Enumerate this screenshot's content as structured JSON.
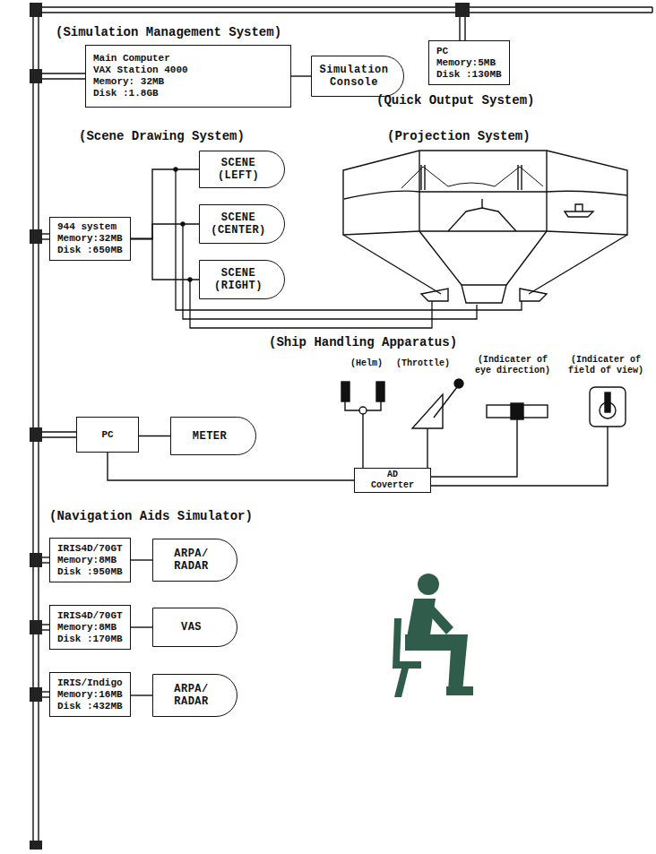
{
  "diagram": {
    "nodes": [
      {
        "text": [
          "Main Computer",
          "VAX Station 4000",
          "Memory: 32MB",
          "Disk :1.8GB"
        ]
      },
      {
        "text": [
          "Simulation Console"
        ]
      },
      {
        "text": [
          "PC",
          "Memory:5MB",
          "Disk :130MB"
        ]
      },
      {
        "text": [
          "944 system",
          "Memory:32MB",
          "Disk :650MB"
        ]
      },
      {
        "text": [
          "SCENE (LEFT)"
        ]
      },
      {
        "text": [
          "SCENE (CENTER)"
        ]
      },
      {
        "text": [
          "SCENE (RIGHT)"
        ]
      },
      {
        "text": [
          "PC"
        ]
      },
      {
        "text": [
          "METER"
        ]
      },
      {
        "text": [
          "AD Coverter"
        ]
      },
      {
        "text": [
          "IRIS4D/70GT",
          "Memory:8MB",
          "Disk :950MB"
        ]
      },
      {
        "text": [
          "ARPA/ RADAR"
        ]
      },
      {
        "text": [
          "IRIS4D/70GT",
          "Memory:8MB",
          "Disk :170MB"
        ]
      },
      {
        "text": [
          "VAS"
        ]
      },
      {
        "text": [
          "IRIS/Indigo",
          "Memory:16MB",
          "Disk :432MB"
        ]
      },
      {
        "text": [
          "ARPA/ RADAR"
        ]
      }
    ],
    "edges": [
      {
        "from": 0,
        "to": 1,
        "arrow": "none"
      },
      {
        "from": 3,
        "to": 4,
        "arrow": "none"
      },
      {
        "from": 3,
        "to": 5,
        "arrow": "none"
      },
      {
        "from": 3,
        "to": 6,
        "arrow": "none"
      },
      {
        "from": 7,
        "to": 8,
        "arrow": "none"
      },
      {
        "from": 7,
        "to": 9,
        "arrow": "none"
      },
      {
        "from": 10,
        "to": 11,
        "arrow": "none"
      },
      {
        "from": 12,
        "to": 13,
        "arrow": "none"
      },
      {
        "from": 14,
        "to": 15,
        "arrow": "none"
      }
    ],
    "labels": [
      "(Simulation Management System)",
      "(Quick Output System)",
      "(Scene Drawing System)",
      "(Projection System)",
      "(Ship Handling Apparatus)",
      "(Helm)",
      "(Throttle)",
      "(Indicater of eye direction)",
      "(Indicater of field of view)",
      "(Navigation Aids Simulator)"
    ]
  }
}
